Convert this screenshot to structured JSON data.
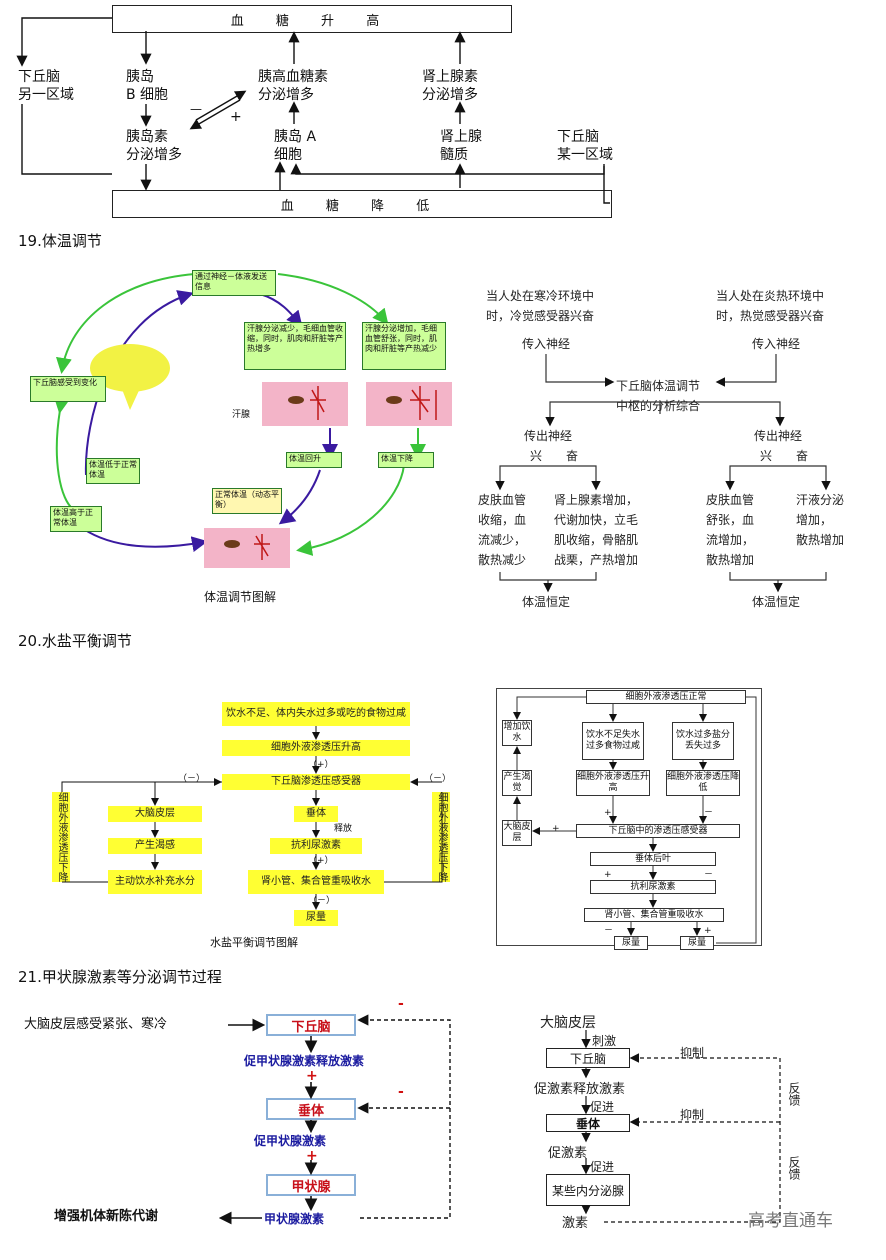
{
  "glucose": {
    "top_label": "血 糖 升 高",
    "bottom_label": "血 糖 降 低",
    "hyp1": [
      "下丘脑",
      "另一区域"
    ],
    "beta": [
      "胰岛",
      "B 细胞"
    ],
    "glucagon": [
      "胰高血糖素",
      "分泌增多"
    ],
    "adrenaline": [
      "肾上腺素",
      "分泌增多"
    ],
    "insulin": [
      "胰岛素",
      "分泌增多"
    ],
    "alpha": [
      "胰岛 A",
      "细胞"
    ],
    "medulla": [
      "肾上腺",
      "髓质"
    ],
    "hyp2": [
      "下丘脑",
      "某一区域"
    ],
    "minus": "—",
    "plus": "+"
  },
  "s19": {
    "title": "19.体温调节",
    "left": {
      "caption": "体温调节图解",
      "box_top": "通过神经－体液发送信息",
      "box_hyp": "下丘脑感受到变化",
      "box_low": "体温低于正常体温",
      "box_high": "体温高于正常体温",
      "box_cold": "汗腺分泌减少，毛细血管收缩，同时，肌肉和肝脏等产热增多",
      "box_hot": "汗腺分泌增加，毛细血管舒张，同时，肌肉和肝脏等产热减少",
      "rise": "体温回升",
      "fall": "体温下降",
      "normal": "正常体温（动态平衡）",
      "gland": "汗腺"
    },
    "right": {
      "cold": [
        "当人处在寒冷环境中",
        "时，冷觉感受器兴奋"
      ],
      "hot": [
        "当人处在炎热环境中",
        "时，热觉感受器兴奋"
      ],
      "afferent": "传入神经",
      "center": [
        "下丘脑体温调节",
        "中枢的分析综合"
      ],
      "efferent": "传出神经",
      "excite": "兴　　奋",
      "c1": [
        "皮肤血管",
        "收缩，血",
        "流减少，",
        "散热减少"
      ],
      "c2": [
        "肾上腺素增加，",
        "代谢加快，立毛",
        "肌收缩，骨骼肌",
        "战栗，产热增加"
      ],
      "h1": [
        "皮肤血管",
        "舒张，血",
        "流增加，",
        "散热增加"
      ],
      "h2": [
        "汗液分泌",
        "增加，",
        "散热增加"
      ],
      "constant": "体温恒定"
    }
  },
  "s20": {
    "title": "20.水盐平衡调节",
    "left": {
      "caption": "水盐平衡调节图解",
      "b1": "饮水不足、体内失水过多或吃的食物过咸",
      "b2": "细胞外液渗透压升高",
      "b3": "下丘脑渗透压感受器",
      "b4": "大脑皮层",
      "b5": "产生渴感",
      "b6": "主动饮水补充水分",
      "b7": "垂体",
      "b8": "抗利尿激素",
      "b9": "肾小管、集合管重吸收水",
      "b10": "尿量",
      "side": "细胞外液渗透压下降",
      "release": "释放",
      "plus": "（+）",
      "minus": "（－）"
    },
    "right": {
      "top": "细胞外液渗透压正常",
      "drink": "增加饮水",
      "thirst": "产生渴觉",
      "cortex": "大脑皮层",
      "lack": "饮水不足失水过多食物过咸",
      "much": "饮水过多盐分丢失过多",
      "up": "细胞外液渗透压升高",
      "down": "细胞外液渗透压降低",
      "receptor": "下丘脑中的渗透压感受器",
      "pit": "垂体后叶",
      "adh": "抗利尿激素",
      "kidney": "肾小管、集合管重吸收水",
      "urine": "尿量",
      "plus": "+",
      "minus": "－"
    }
  },
  "s21": {
    "title": "21.甲状腺激素等分泌调节过程",
    "left": {
      "stimulus": "大脑皮层感受紧张、寒冷",
      "hyp": "下丘脑",
      "trh": "促甲状腺激素释放激素",
      "pit": "垂体",
      "tsh": "促甲状腺激素",
      "thy": "甲状腺",
      "th": "甲状腺激素",
      "effect": "增强机体新陈代谢",
      "plus": "+",
      "minus": "-"
    },
    "right": {
      "cortex": "大脑皮层",
      "stim": "刺激",
      "hyp": "下丘脑",
      "inhibit": "抑制",
      "rh": "促激素释放激素",
      "promote": "促进",
      "pit": "垂体",
      "trop": "促激素",
      "gland": "某些内分泌腺",
      "hormone": "激素",
      "feedback": "反馈"
    },
    "watermark": "高考直通车"
  }
}
